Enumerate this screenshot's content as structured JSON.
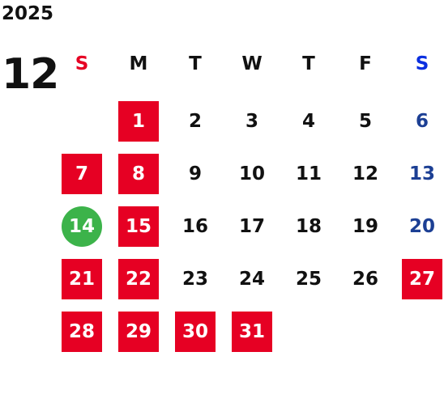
{
  "calendar": {
    "year": "2025",
    "month": "12",
    "weekdays": [
      {
        "label": "S",
        "color": "#e60023"
      },
      {
        "label": "M",
        "color": "#111111"
      },
      {
        "label": "T",
        "color": "#111111"
      },
      {
        "label": "W",
        "color": "#111111"
      },
      {
        "label": "T",
        "color": "#111111"
      },
      {
        "label": "F",
        "color": "#111111"
      },
      {
        "label": "S",
        "color": "#0a2fe0"
      }
    ],
    "colors": {
      "holiday_bg": "#e60023",
      "today_bg": "#3cb34a",
      "saturday_text": "#1c3f94",
      "default_text": "#111111"
    },
    "days": [
      {
        "day": "1",
        "holiday": true
      },
      {
        "day": "2"
      },
      {
        "day": "3"
      },
      {
        "day": "4"
      },
      {
        "day": "5"
      },
      {
        "day": "6"
      },
      {
        "day": "7",
        "holiday": true
      },
      {
        "day": "8",
        "holiday": true
      },
      {
        "day": "9"
      },
      {
        "day": "10"
      },
      {
        "day": "11"
      },
      {
        "day": "12"
      },
      {
        "day": "13"
      },
      {
        "day": "14",
        "today": true
      },
      {
        "day": "15",
        "holiday": true
      },
      {
        "day": "16"
      },
      {
        "day": "17"
      },
      {
        "day": "18"
      },
      {
        "day": "19"
      },
      {
        "day": "20"
      },
      {
        "day": "21",
        "holiday": true
      },
      {
        "day": "22",
        "holiday": true
      },
      {
        "day": "23"
      },
      {
        "day": "24"
      },
      {
        "day": "25"
      },
      {
        "day": "26"
      },
      {
        "day": "27",
        "holiday": true
      },
      {
        "day": "28",
        "holiday": true
      },
      {
        "day": "29",
        "holiday": true
      },
      {
        "day": "30",
        "holiday": true
      },
      {
        "day": "31",
        "holiday": true
      }
    ]
  }
}
